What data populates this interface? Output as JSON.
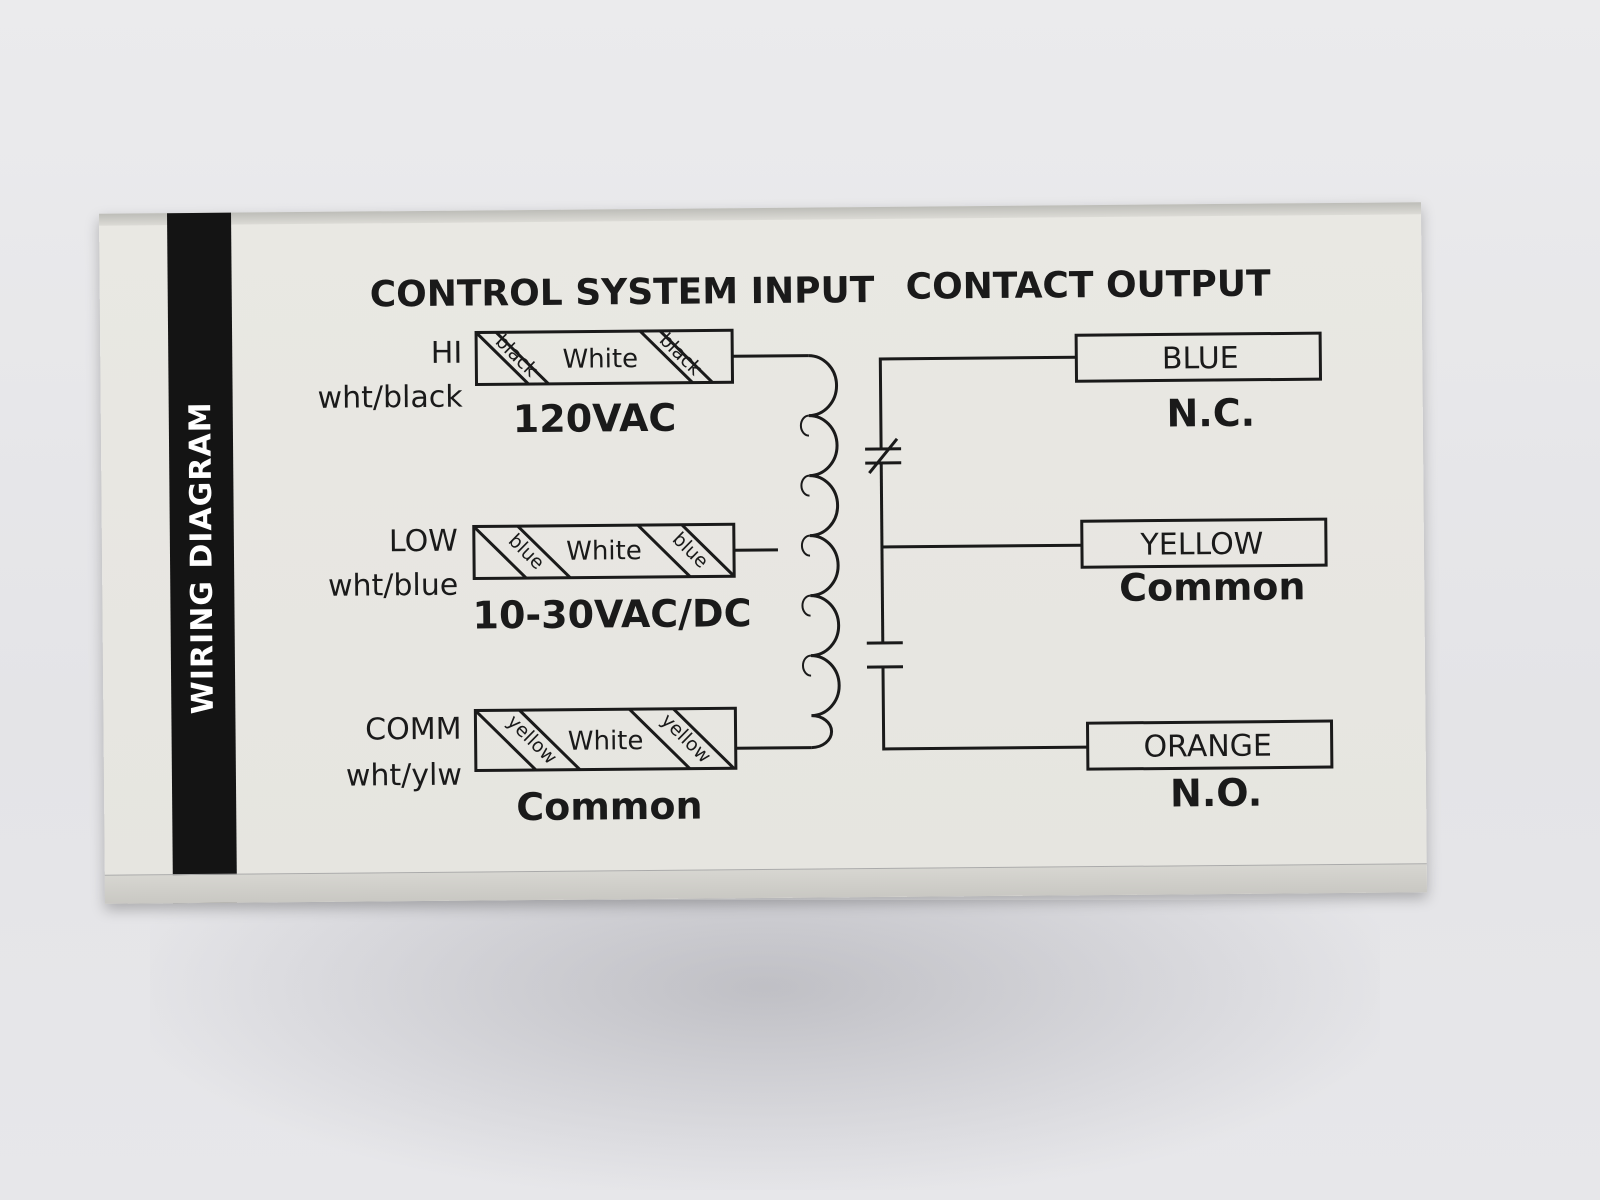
{
  "side_band": {
    "label": "WIRING DIAGRAM"
  },
  "input": {
    "title": "CONTROL SYSTEM INPUT",
    "leads": [
      {
        "name": "HI",
        "wire": "wht/black",
        "stripe": "black",
        "body": "White",
        "voltage": "120VAC"
      },
      {
        "name": "LOW",
        "wire": "wht/blue",
        "stripe": "blue",
        "body": "White",
        "voltage": "10-30VAC/DC"
      },
      {
        "name": "COMM",
        "wire": "wht/ylw",
        "stripe": "yellow",
        "body": "White",
        "voltage": "Common"
      }
    ]
  },
  "output": {
    "title": "CONTACT OUTPUT",
    "leads": [
      {
        "color": "BLUE",
        "function": "N.C."
      },
      {
        "color": "YELLOW",
        "function": "Common"
      },
      {
        "color": "ORANGE",
        "function": "N.O."
      }
    ]
  }
}
